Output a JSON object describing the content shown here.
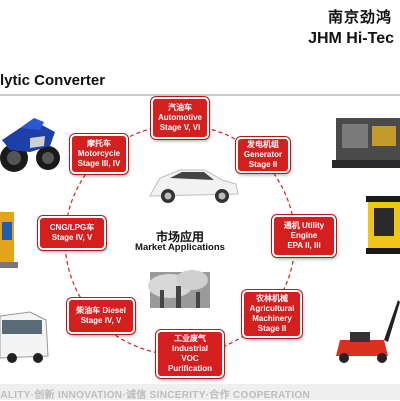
{
  "header": {
    "company_cn": "南京劲鸿",
    "company_en": "JHM Hi-Tec",
    "slide_title": "lytic Converter"
  },
  "center": {
    "label_cn": "市场应用",
    "label_en": "Market Applications"
  },
  "applications": [
    {
      "id": "automotive",
      "lines": [
        "汽油车",
        "Automotive",
        "Stage V, VI"
      ]
    },
    {
      "id": "generator",
      "lines": [
        "发电机组",
        "Generator",
        "Stage II"
      ]
    },
    {
      "id": "utility",
      "lines": [
        "通机 Utility",
        "Engine",
        "EPA II, III"
      ]
    },
    {
      "id": "agricultural",
      "lines": [
        "农林机械",
        "Agricultural",
        "Machinery",
        "Stage II"
      ]
    },
    {
      "id": "industrial",
      "lines": [
        "工业废气",
        "Industrial",
        "VOC",
        "Purification"
      ]
    },
    {
      "id": "diesel",
      "lines": [
        "柴油车 Diesel",
        "Stage IV, V"
      ]
    },
    {
      "id": "cng",
      "lines": [
        "CNG/LPG车",
        "Stage IV, V"
      ]
    },
    {
      "id": "motorcycle",
      "lines": [
        "摩托车",
        "Motorcycle",
        "Stage III, IV"
      ]
    }
  ],
  "footer": {
    "slogan": "ALITY·创新 INNOVATION·诚信 SINCERITY·合作 COOPERATION"
  },
  "colors": {
    "accent_red": "#d51f1f",
    "ring_red": "#d51f1f"
  }
}
